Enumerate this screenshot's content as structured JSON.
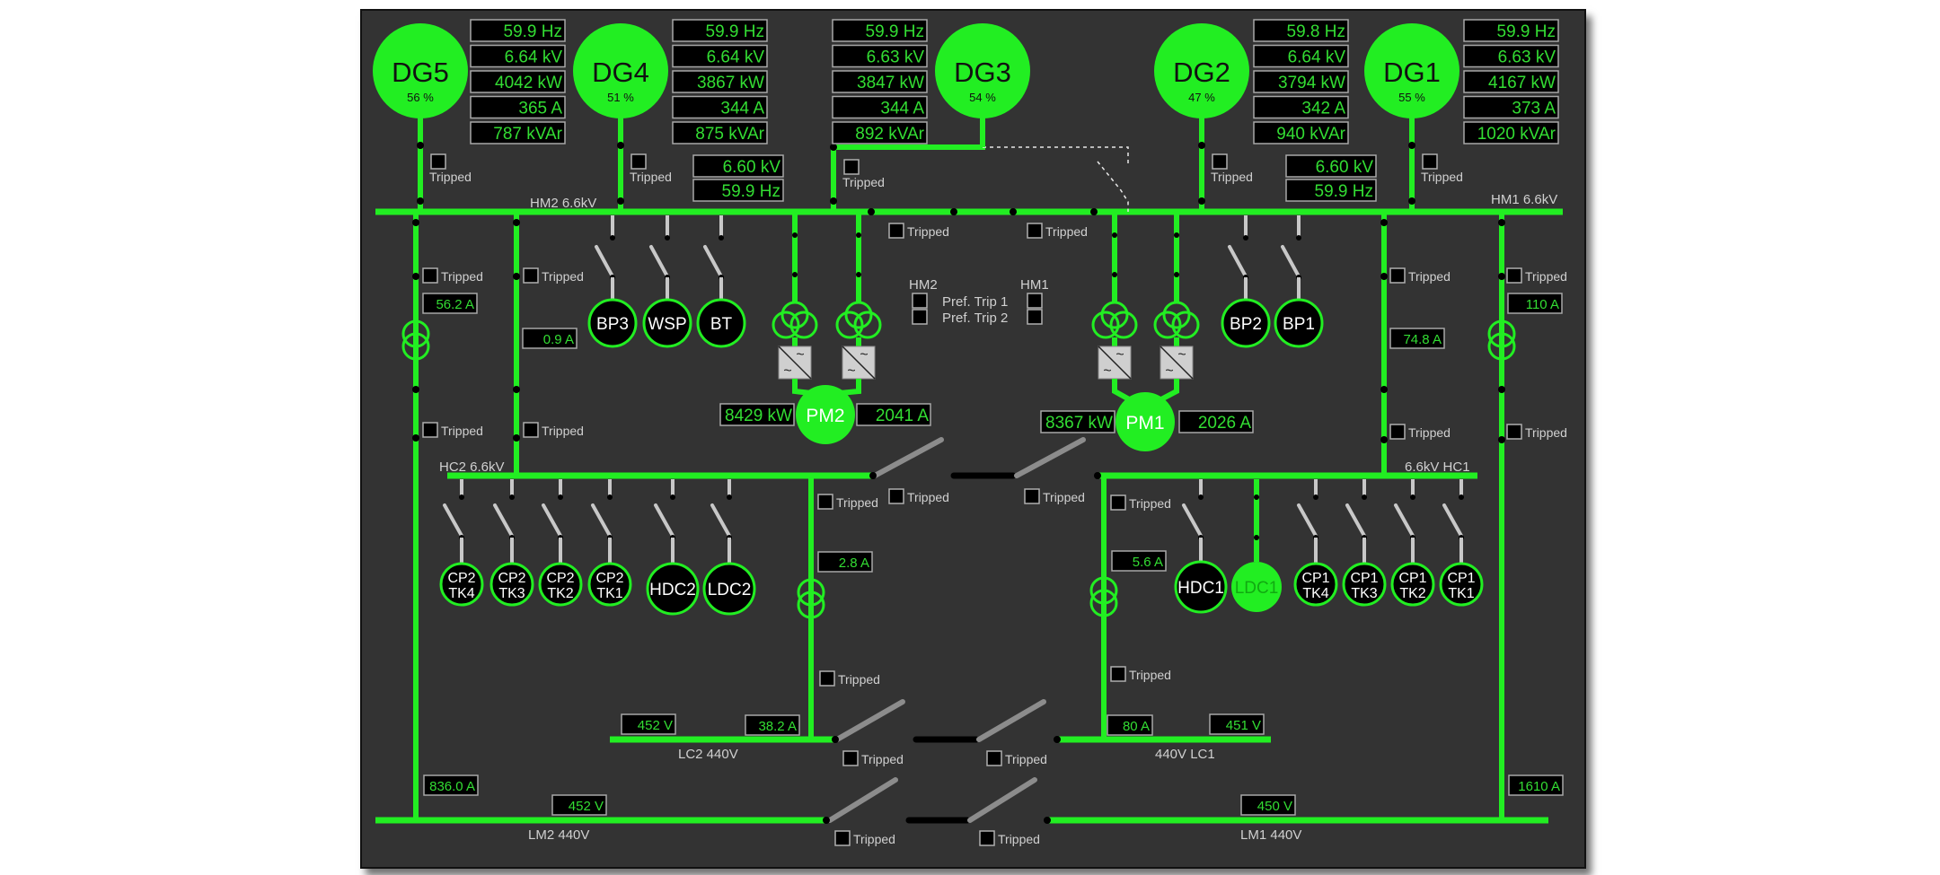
{
  "generators": [
    {
      "id": "DG5",
      "load_pct": "56 %",
      "freq": "59.9 Hz",
      "volt": "6.64 kV",
      "power": "4042 kW",
      "current": "365 A",
      "reactive": "787 kVAr",
      "trip_label": "Tripped"
    },
    {
      "id": "DG4",
      "load_pct": "51 %",
      "freq": "59.9 Hz",
      "volt": "6.64 kV",
      "power": "3867 kW",
      "current": "344 A",
      "reactive": "875 kVAr",
      "trip_label": "Tripped"
    },
    {
      "id": "DG3",
      "load_pct": "54 %",
      "freq": "59.9 Hz",
      "volt": "6.63 kV",
      "power": "3847 kW",
      "current": "344 A",
      "reactive": "892 kVAr",
      "trip_label": "Tripped"
    },
    {
      "id": "DG2",
      "load_pct": "47 %",
      "freq": "59.8 Hz",
      "volt": "6.64 kV",
      "power": "3794 kW",
      "current": "342 A",
      "reactive": "940 kVAr",
      "trip_label": "Tripped"
    },
    {
      "id": "DG1",
      "load_pct": "55 %",
      "freq": "59.9 Hz",
      "volt": "6.63 kV",
      "power": "4167 kW",
      "current": "373 A",
      "reactive": "1020 kVAr",
      "trip_label": "Tripped"
    }
  ],
  "buses": {
    "hm2": {
      "label": "HM2 6.6kV",
      "volt": "6.60 kV",
      "freq": "59.9 Hz"
    },
    "hm1": {
      "label": "HM1 6.6kV",
      "volt": "6.60 kV",
      "freq": "59.9 Hz"
    },
    "hc2": {
      "label": "HC2 6.6kV"
    },
    "hc1": {
      "label": "6.6kV HC1"
    },
    "lc2": {
      "label": "LC2 440V",
      "volt": "452 V",
      "current": "38.2 A"
    },
    "lc1": {
      "label": "440V LC1",
      "volt": "451 V",
      "current": "80 A"
    },
    "lm2": {
      "label": "LM2 440V",
      "volt": "452 V",
      "current": "836.0 A"
    },
    "lm1": {
      "label": "LM1 440V",
      "volt": "450 V",
      "current": "1610 A"
    }
  },
  "feeders": {
    "hm2_lm2_current": "56.2 A",
    "hm2_hc2_current": "0.9 A",
    "hm1_hc1_current": "74.8 A",
    "hm1_lm1_current": "110 A",
    "hc2_lc2_current": "2.8 A",
    "hc1_lc1_current": "5.6 A"
  },
  "propulsion": {
    "pm2": {
      "label": "PM2",
      "power": "8429 kW",
      "current": "2041 A"
    },
    "pm1": {
      "label": "PM1",
      "power": "8367 kW",
      "current": "2026 A"
    }
  },
  "hm_loads": {
    "hm2": [
      "BP3",
      "WSP",
      "BT"
    ],
    "hm1": [
      "BP2",
      "BP1"
    ]
  },
  "hc2_loads": [
    {
      "l1": "CP2",
      "l2": "TK4"
    },
    {
      "l1": "CP2",
      "l2": "TK3"
    },
    {
      "l1": "CP2",
      "l2": "TK2"
    },
    {
      "l1": "CP2",
      "l2": "TK1"
    },
    {
      "l1": "HDC2",
      "l2": ""
    },
    {
      "l1": "LDC2",
      "l2": ""
    }
  ],
  "hc1_loads": [
    {
      "l1": "HDC1",
      "l2": "",
      "energized": false
    },
    {
      "l1": "LDC1",
      "l2": "",
      "energized": true
    },
    {
      "l1": "CP1",
      "l2": "TK4"
    },
    {
      "l1": "CP1",
      "l2": "TK3"
    },
    {
      "l1": "CP1",
      "l2": "TK2"
    },
    {
      "l1": "CP1",
      "l2": "TK1"
    }
  ],
  "pref_trip": {
    "hm2_header": "HM2",
    "hm1_header": "HM1",
    "trip1_label": "Pref. Trip 1",
    "trip2_label": "Pref. Trip 2"
  },
  "tripped_label": "Tripped",
  "colors": {
    "energized": "#22ee22",
    "panel": "#333333",
    "meter_text": "#33dd33",
    "deenergized": "#000000"
  }
}
